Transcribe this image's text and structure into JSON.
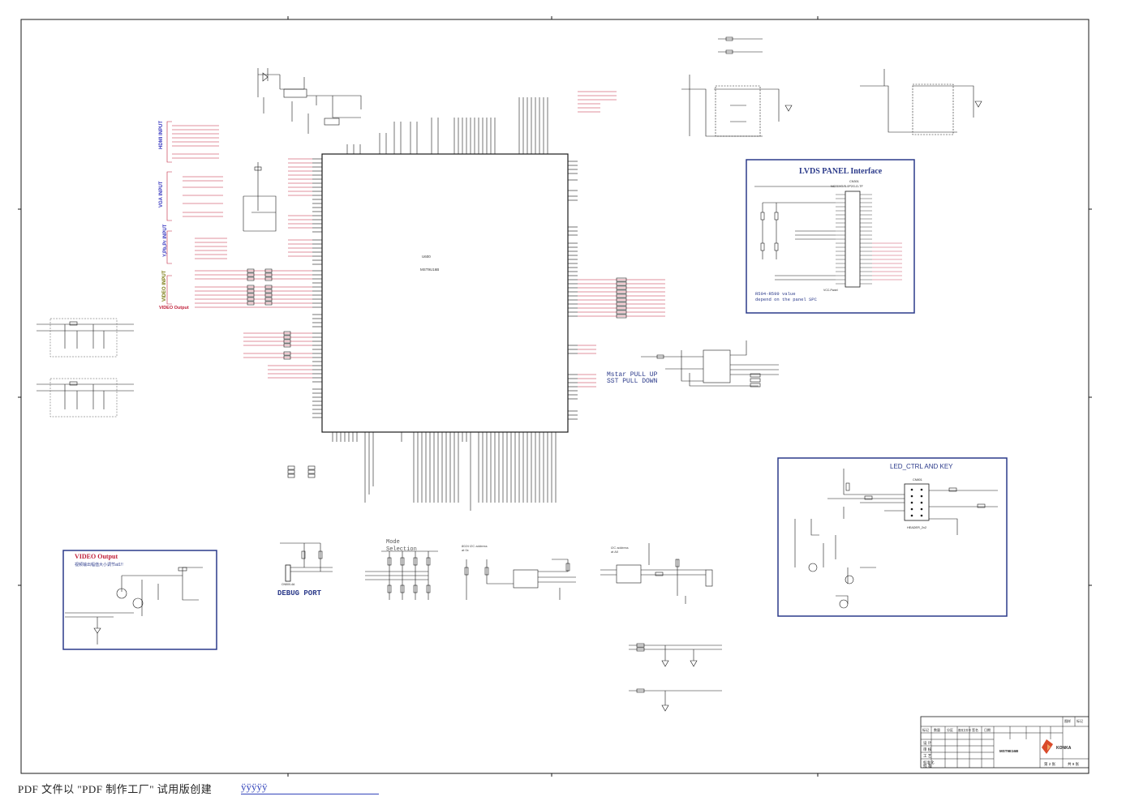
{
  "colors": {
    "wire": "#1a1a1a",
    "net": "#c0203a",
    "block": "#2b3a8a",
    "accent": "#d94a2a",
    "hdmi_label": "#3a3ac0",
    "video_label": "#7a7a10"
  },
  "inputs": {
    "hdmi": "HDMI INPUT",
    "vga": "VGA INPUT",
    "ypbpr": "Y,Pb,Pr INPUT",
    "video": "VIDEO INPUT",
    "video_output_tag": "VIDEO Output"
  },
  "main_ic": {
    "ref": "U600",
    "part": "MST9U16B"
  },
  "lvds": {
    "title": "LVDS PANEL Interface",
    "connector": "CN301",
    "part": "NC36W5/B-0P2G-D-TF",
    "note_line1": "R594-R599 value",
    "note_line2": "depend on the panel SPC",
    "vcc_label": "VCC-Panel"
  },
  "mstar": {
    "line1": "Mstar PULL UP",
    "line2": "SST PULL DOWN"
  },
  "led_ctrl": {
    "title": "LED_CTRL AND KEY",
    "header": "HEADER_2x2",
    "ref": "CN801"
  },
  "video_out": {
    "title": "VIDEO Output",
    "subtitle": "视频输出幅值大小调节at1!!"
  },
  "debug": {
    "title": "DEBUG PORT",
    "connector": "CN500-4A"
  },
  "mode": {
    "line1": "Mode",
    "line2": "Selection"
  },
  "i2c": {
    "label1": "8024 I2C address",
    "label1b": "at 0x",
    "label2": "I2C address",
    "label2b": "at A0"
  },
  "title_block": {
    "part_no": "MST9E16B",
    "company": "KONKA",
    "sheet": "第 2 张",
    "total": "共 9 张",
    "rows": [
      "设 计",
      "审 核",
      "工 艺",
      "标准化",
      "批 准"
    ],
    "header_cells": [
      "标记",
      "数量",
      "分区",
      "更改文件号",
      "签名",
      "日期"
    ],
    "corner1": "图样",
    "corner2": "标记"
  },
  "footer": {
    "text": "PDF 文件以 \"PDF 制作工厂\" 试用版创建",
    "link": "ÿÿÿÿÿ"
  }
}
